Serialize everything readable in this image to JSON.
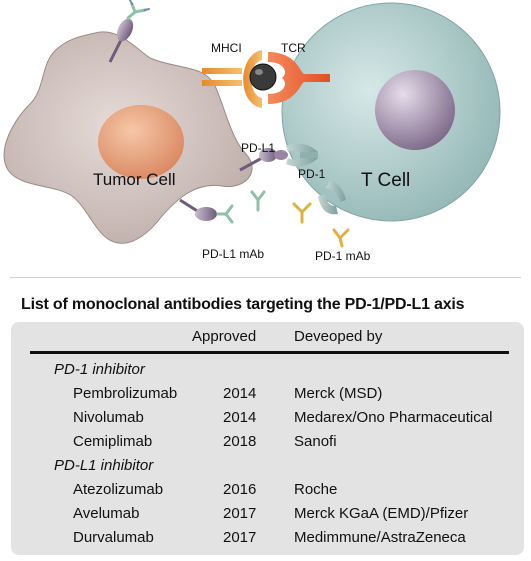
{
  "diagram": {
    "tumor_label": "Tumor Cell",
    "tcell_label": "T Cell",
    "mhci_label": "MHCI",
    "tcr_label": "TCR",
    "pdl1_label": "PD-L1",
    "pd1_label": "PD-1",
    "pdl1_mab_label": "PD-L1 mAb",
    "pd1_mab_label": "PD-1 mAb"
  },
  "table": {
    "title": "List of monoclonal antibodies targeting the PD-1/PD-L1 axis",
    "headers": {
      "approved": "Approved",
      "developed_by": "Deveoped by"
    },
    "groups": [
      {
        "label": "PD-1 inhibitor",
        "rows": [
          {
            "drug": "Pembrolizumab",
            "year": "2014",
            "developer": "Merck (MSD)"
          },
          {
            "drug": "Nivolumab",
            "year": "2014",
            "developer": "Medarex/Ono Pharmaceutical"
          },
          {
            "drug": "Cemiplimab",
            "year": "2018",
            "developer": "Sanofi"
          }
        ]
      },
      {
        "label": "PD-L1 inhibitor",
        "rows": [
          {
            "drug": "Atezolizumab",
            "year": "2016",
            "developer": "Roche"
          },
          {
            "drug": "Avelumab",
            "year": "2017",
            "developer": "Merck KGaA (EMD)/Pfizer"
          },
          {
            "drug": "Durvalumab",
            "year": "2017",
            "developer": "Medimmune/AstraZeneca"
          }
        ]
      }
    ]
  },
  "colors": {
    "tumor_body": "#d6c8c4",
    "tumor_nucleus": "#e89a78",
    "tcell_body": "#b8d4d3",
    "tcell_nucleus": "#9a86a3",
    "mhci": "#f0a040",
    "tcr": "#ee6a3a",
    "pd1_receptor": "#9fb8b7",
    "pdl1_stalk": "#9a86a3",
    "pdl1_mab": "#8fc0a8",
    "pd1_mab": "#e0b040",
    "table_bg": "#e3e3e3"
  }
}
